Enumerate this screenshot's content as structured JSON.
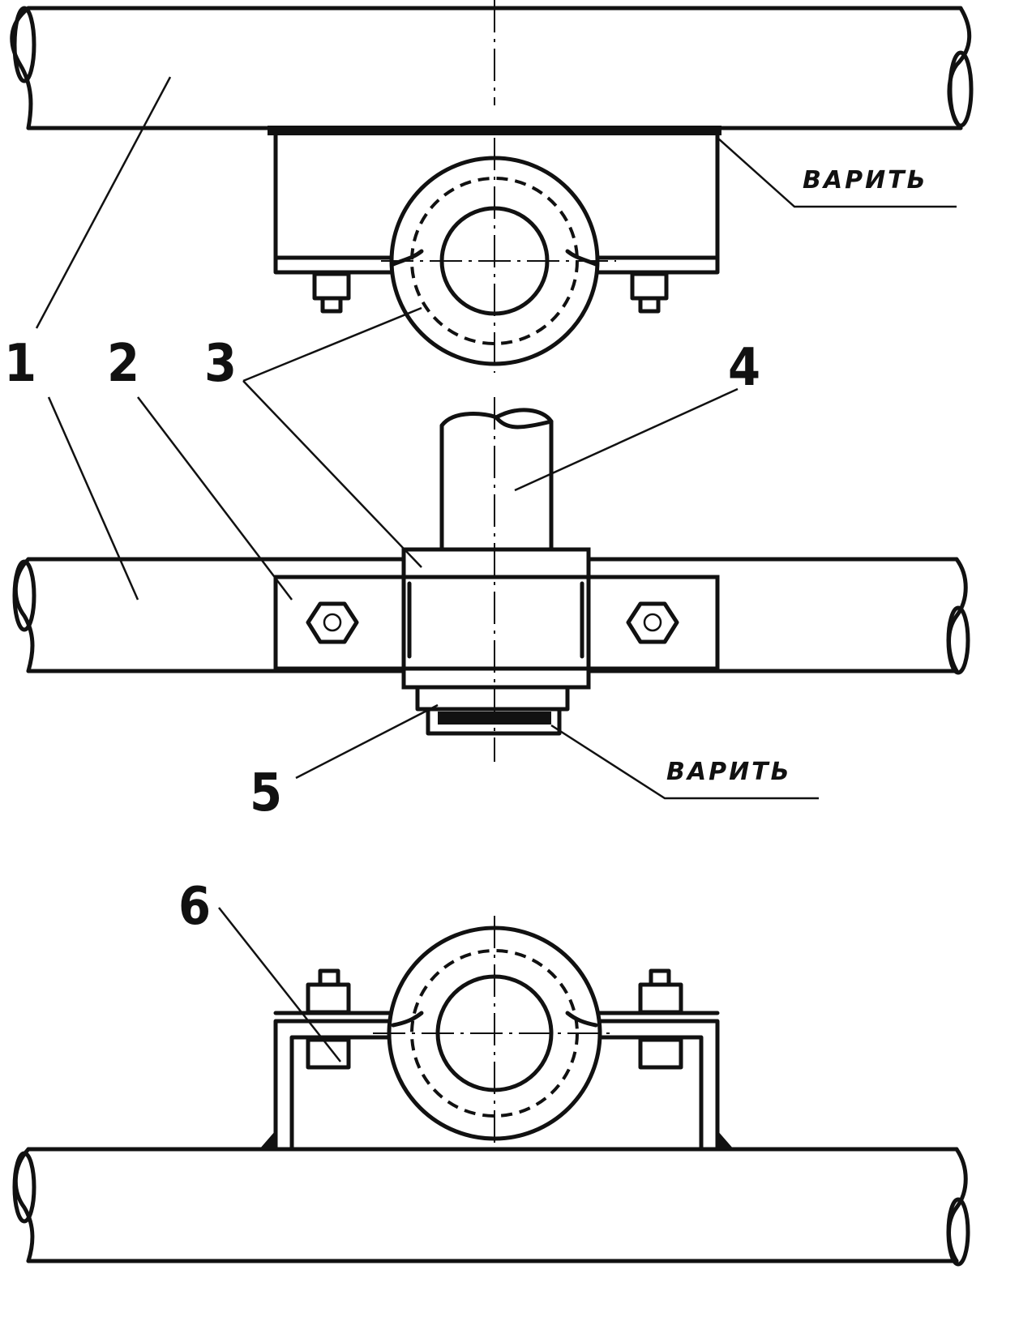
{
  "labels": {
    "part_1": "1",
    "part_2": "2",
    "part_3": "3",
    "part_4": "4",
    "part_5": "5",
    "part_6": "6"
  },
  "notes": {
    "weld_top": "ВАРИТЬ",
    "weld_middle": "ВАРИТЬ"
  }
}
